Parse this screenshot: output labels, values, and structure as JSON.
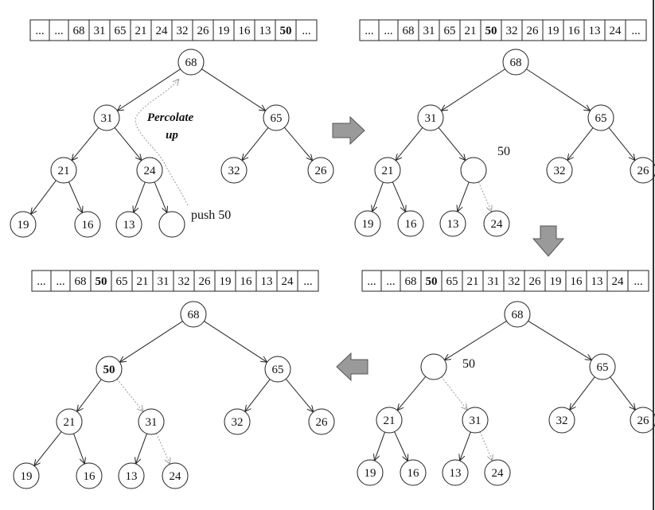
{
  "panels": [
    {
      "id": "panel-1",
      "array": [
        "...",
        "...",
        "68",
        "31",
        "65",
        "21",
        "24",
        "32",
        "26",
        "19",
        "16",
        "13",
        "50",
        "..."
      ],
      "array_bold_index": 12,
      "nodes": [
        "68",
        "31",
        "65",
        "21",
        "24",
        "32",
        "26",
        "19",
        "16",
        "13",
        ""
      ],
      "bold_node": -1,
      "annotations": {
        "perc_line1": "Percolate",
        "perc_line2": "up",
        "push_label": "push 50"
      }
    },
    {
      "id": "panel-2",
      "array": [
        "...",
        "...",
        "68",
        "31",
        "65",
        "21",
        "50",
        "32",
        "26",
        "19",
        "16",
        "13",
        "24",
        "..."
      ],
      "array_bold_index": 6,
      "nodes": [
        "68",
        "31",
        "65",
        "21",
        "",
        "32",
        "26",
        "19",
        "16",
        "13",
        "24"
      ],
      "bold_node": -1,
      "annotations": {
        "side_label": "50"
      }
    },
    {
      "id": "panel-3",
      "array": [
        "...",
        "...",
        "68",
        "50",
        "65",
        "21",
        "31",
        "32",
        "26",
        "19",
        "16",
        "13",
        "24",
        "..."
      ],
      "array_bold_index": 3,
      "nodes": [
        "68",
        "",
        "65",
        "21",
        "31",
        "32",
        "26",
        "19",
        "16",
        "13",
        "24"
      ],
      "bold_node": -1,
      "annotations": {
        "side_label": "50"
      }
    },
    {
      "id": "panel-4",
      "array": [
        "...",
        "...",
        "68",
        "50",
        "65",
        "21",
        "31",
        "32",
        "26",
        "19",
        "16",
        "13",
        "24",
        "..."
      ],
      "array_bold_index": 3,
      "nodes": [
        "68",
        "50",
        "65",
        "21",
        "31",
        "32",
        "26",
        "19",
        "16",
        "13",
        "24"
      ],
      "bold_node": 1,
      "annotations": {}
    }
  ],
  "arrows": [
    {
      "id": "arrow-right",
      "direction": "right"
    },
    {
      "id": "arrow-down",
      "direction": "down"
    },
    {
      "id": "arrow-left",
      "direction": "left"
    }
  ],
  "colors": {
    "arrow_fill": "#9a9a9a",
    "line": "#222222",
    "dashed": "#999999"
  }
}
